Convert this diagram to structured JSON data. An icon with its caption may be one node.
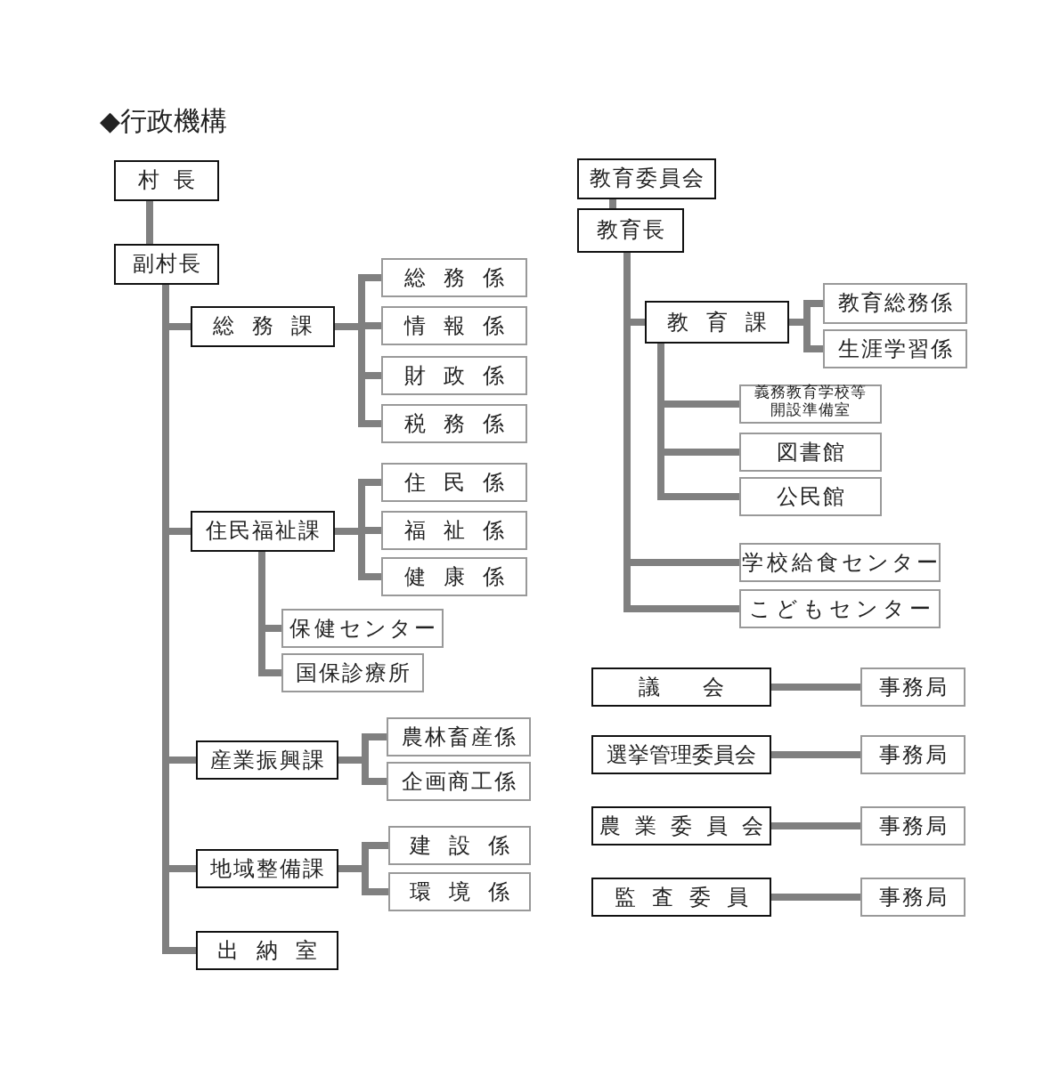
{
  "diagram": {
    "title": "◆行政機構",
    "nodes": [
      {
        "text": [
          "村長"
        ]
      },
      {
        "text": [
          "副村長"
        ]
      },
      {
        "text": [
          "総務課"
        ]
      },
      {
        "text": [
          "総務係"
        ]
      },
      {
        "text": [
          "情報係"
        ]
      },
      {
        "text": [
          "財政係"
        ]
      },
      {
        "text": [
          "税務係"
        ]
      },
      {
        "text": [
          "住民福祉課"
        ]
      },
      {
        "text": [
          "住民係"
        ]
      },
      {
        "text": [
          "福祉係"
        ]
      },
      {
        "text": [
          "健康係"
        ]
      },
      {
        "text": [
          "保健センター"
        ]
      },
      {
        "text": [
          "国保診療所"
        ]
      },
      {
        "text": [
          "産業振興課"
        ]
      },
      {
        "text": [
          "農林畜産係"
        ]
      },
      {
        "text": [
          "企画商工係"
        ]
      },
      {
        "text": [
          "地域整備課"
        ]
      },
      {
        "text": [
          "建設係"
        ]
      },
      {
        "text": [
          "環境係"
        ]
      },
      {
        "text": [
          "出納室"
        ]
      },
      {
        "text": [
          "教育委員会"
        ]
      },
      {
        "text": [
          "教育長"
        ]
      },
      {
        "text": [
          "教育課"
        ]
      },
      {
        "text": [
          "教育総務係"
        ]
      },
      {
        "text": [
          "生涯学習係"
        ]
      },
      {
        "text": [
          "義務教育学校等開設準備室"
        ]
      },
      {
        "text": [
          "図書館"
        ]
      },
      {
        "text": [
          "公民館"
        ]
      },
      {
        "text": [
          "学校給食センター"
        ]
      },
      {
        "text": [
          "こどもセンター"
        ]
      },
      {
        "text": [
          "議会"
        ]
      },
      {
        "text": [
          "事務局"
        ]
      },
      {
        "text": [
          "選挙管理委員会"
        ]
      },
      {
        "text": [
          "事務局"
        ]
      },
      {
        "text": [
          "農業委員会"
        ]
      },
      {
        "text": [
          "事務局"
        ]
      },
      {
        "text": [
          "監査委員"
        ]
      },
      {
        "text": [
          "事務局"
        ]
      }
    ],
    "edges": [
      {
        "from": 0,
        "to": 1,
        "arrow": "none"
      },
      {
        "from": 1,
        "to": 2,
        "arrow": "none"
      },
      {
        "from": 1,
        "to": 7,
        "arrow": "none"
      },
      {
        "from": 1,
        "to": 13,
        "arrow": "none"
      },
      {
        "from": 1,
        "to": 16,
        "arrow": "none"
      },
      {
        "from": 1,
        "to": 19,
        "arrow": "none"
      },
      {
        "from": 2,
        "to": 3,
        "arrow": "none"
      },
      {
        "from": 2,
        "to": 4,
        "arrow": "none"
      },
      {
        "from": 2,
        "to": 5,
        "arrow": "none"
      },
      {
        "from": 2,
        "to": 6,
        "arrow": "none"
      },
      {
        "from": 7,
        "to": 8,
        "arrow": "none"
      },
      {
        "from": 7,
        "to": 9,
        "arrow": "none"
      },
      {
        "from": 7,
        "to": 10,
        "arrow": "none"
      },
      {
        "from": 7,
        "to": 11,
        "arrow": "none"
      },
      {
        "from": 7,
        "to": 12,
        "arrow": "none"
      },
      {
        "from": 13,
        "to": 14,
        "arrow": "none"
      },
      {
        "from": 13,
        "to": 15,
        "arrow": "none"
      },
      {
        "from": 16,
        "to": 17,
        "arrow": "none"
      },
      {
        "from": 16,
        "to": 18,
        "arrow": "none"
      },
      {
        "from": 20,
        "to": 21,
        "arrow": "none"
      },
      {
        "from": 21,
        "to": 22,
        "arrow": "none"
      },
      {
        "from": 21,
        "to": 28,
        "arrow": "none"
      },
      {
        "from": 21,
        "to": 29,
        "arrow": "none"
      },
      {
        "from": 22,
        "to": 23,
        "arrow": "none"
      },
      {
        "from": 22,
        "to": 24,
        "arrow": "none"
      },
      {
        "from": 22,
        "to": 25,
        "arrow": "none"
      },
      {
        "from": 22,
        "to": 26,
        "arrow": "none"
      },
      {
        "from": 22,
        "to": 27,
        "arrow": "none"
      },
      {
        "from": 30,
        "to": 31,
        "arrow": "none"
      },
      {
        "from": 32,
        "to": 33,
        "arrow": "none"
      },
      {
        "from": 34,
        "to": 35,
        "arrow": "none"
      },
      {
        "from": 36,
        "to": 37,
        "arrow": "none"
      }
    ]
  }
}
